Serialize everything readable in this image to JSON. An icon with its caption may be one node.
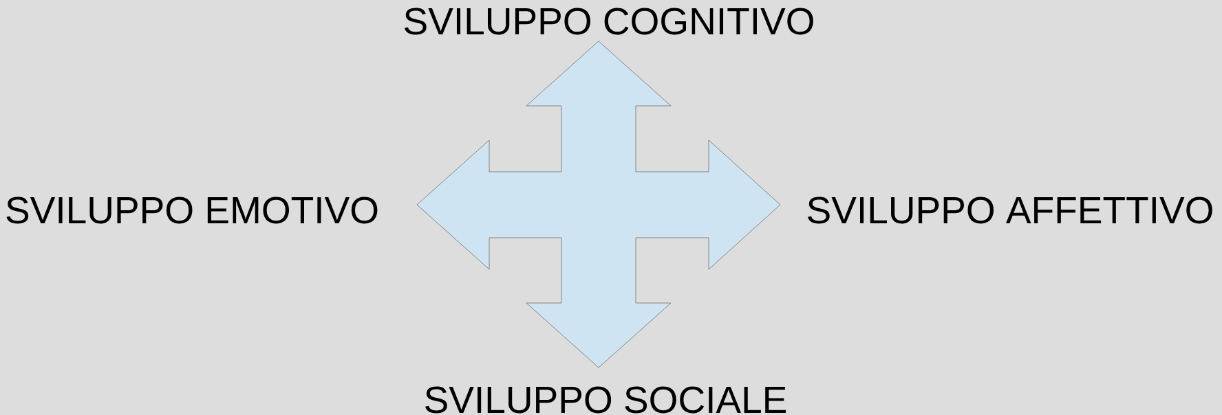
{
  "diagram": {
    "nodes": [
      {
        "text": [],
        "shape": "arrow"
      }
    ],
    "labels": [
      "SVILUPPO COGNITIVO",
      "SVILUPPO EMOTIVO",
      "SVILUPPO AFFETTIVO",
      "SVILUPPO SOCIALE"
    ]
  }
}
